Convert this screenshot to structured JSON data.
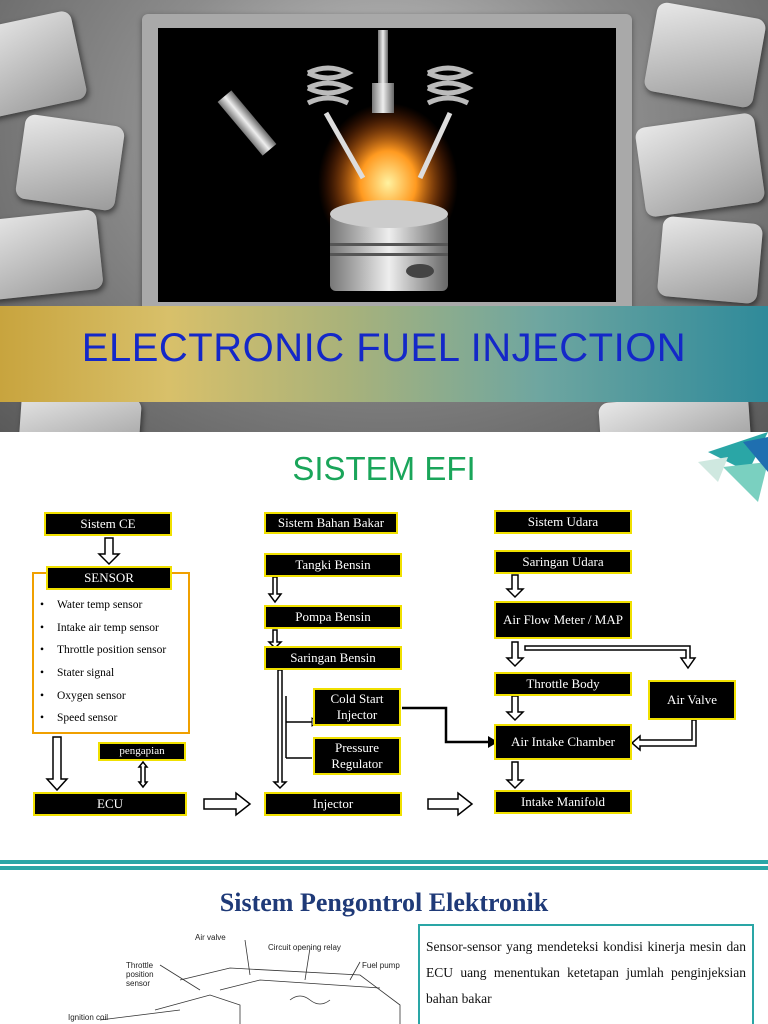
{
  "slide1": {
    "title": "ELECTRONIC FUEL INJECTION"
  },
  "slide2": {
    "title": "SISTEM EFI",
    "col1": {
      "head": "Sistem CE",
      "sensor_title": "SENSOR",
      "sensors": [
        "Water temp sensor",
        "Intake air temp sensor",
        "Throttle position sensor",
        "Stater signal",
        "Oxygen sensor",
        "Speed sensor"
      ],
      "ignition": "pengapian",
      "ecu": "ECU"
    },
    "col2": {
      "head": "Sistem Bahan Bakar",
      "tank": "Tangki Bensin",
      "pump": "Pompa Bensin",
      "filter": "Saringan Bensin",
      "cold_start": "Cold Start Injector",
      "pressure": "Pressure Regulator",
      "injector": "Injector"
    },
    "col3": {
      "head": "Sistem  Udara",
      "filter": "Saringan Udara",
      "afm": "Air Flow Meter / MAP",
      "throttle": "Throttle Body",
      "air_valve": "Air Valve",
      "chamber": "Air Intake Chamber",
      "manifold": "Intake Manifold"
    }
  },
  "slide3": {
    "title": "Sistem Pengontrol Elektronik",
    "text": "Sensor-sensor yang mendeteksi kondisi kinerja mesin dan ECU uang menentukan ketetapan jumlah penginjeksian bahan bakar",
    "labels": {
      "air_valve": "Air valve",
      "relay": "Circuit opening relay",
      "fuel_pump": "Fuel pump",
      "tps": "Throttle position sensor",
      "coil": "Ignition coil"
    }
  }
}
